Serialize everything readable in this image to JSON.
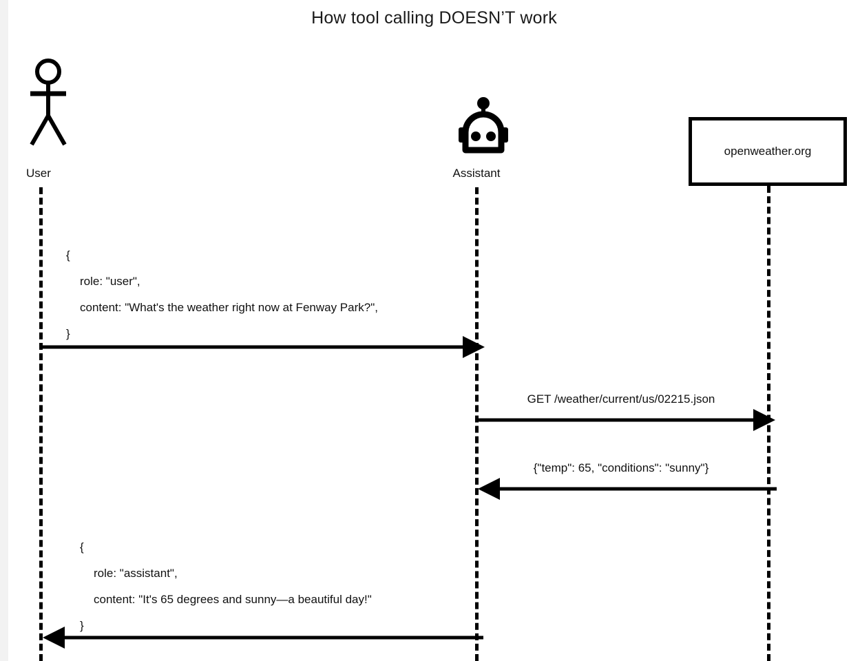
{
  "title": "How tool calling DOESN’T work",
  "colors": {
    "page_background": "#f2f2f2",
    "canvas": "#ffffff",
    "ink": "#000000",
    "text": "#111111"
  },
  "participants": [
    {
      "id": "user",
      "label": "User",
      "icon": "stick-figure-icon"
    },
    {
      "id": "assistant",
      "label": "Assistant",
      "icon": "robot-head-icon"
    },
    {
      "id": "service",
      "label": "openweather.org",
      "icon": "box-node"
    }
  ],
  "messages": [
    {
      "id": "user-to-assistant",
      "from": "user",
      "to": "assistant",
      "direction": "right",
      "lines": [
        {
          "text": "{",
          "indent": 0
        },
        {
          "text": "role: \"user\",",
          "indent": 1
        },
        {
          "text": "content: \"What's the weather right now at Fenway Park?\",",
          "indent": 1
        },
        {
          "text": "}",
          "indent": 0
        }
      ]
    },
    {
      "id": "assistant-to-service",
      "from": "assistant",
      "to": "service",
      "direction": "right",
      "label": "GET /weather/current/us/02215.json"
    },
    {
      "id": "service-to-assistant",
      "from": "service",
      "to": "assistant",
      "direction": "left",
      "label": "{\"temp\": 65, \"conditions\": \"sunny\"}"
    },
    {
      "id": "assistant-to-user",
      "from": "assistant",
      "to": "user",
      "direction": "left",
      "lines": [
        {
          "text": "{",
          "indent": 0
        },
        {
          "text": "role: \"assistant\",",
          "indent": 1
        },
        {
          "text": "content: \"It's 65 degrees and sunny—a beautiful day!\"",
          "indent": 1
        },
        {
          "text": "}",
          "indent": 0
        }
      ]
    }
  ]
}
